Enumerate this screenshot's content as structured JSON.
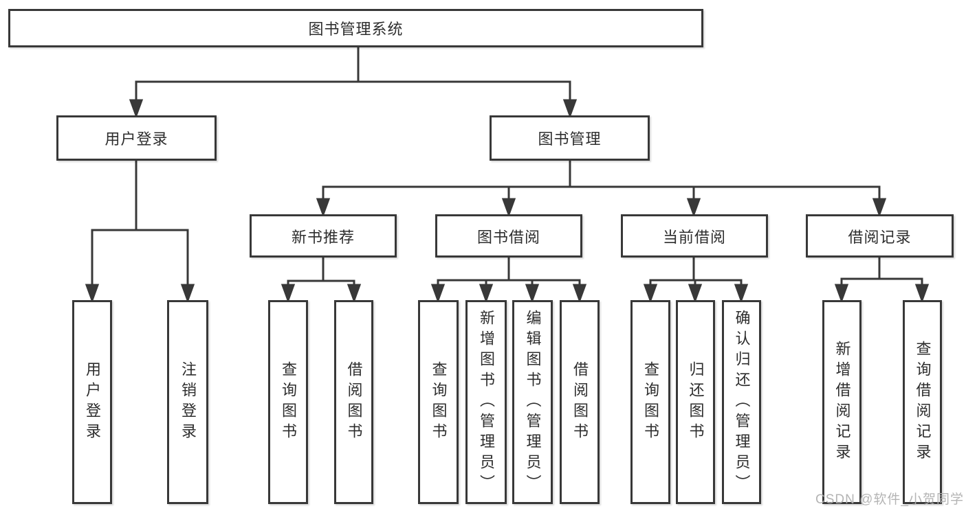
{
  "diagram": {
    "title": "图书管理系统",
    "branches": [
      {
        "label": "用户登录",
        "children": [
          {
            "label": "用户登录"
          },
          {
            "label": "注销登录"
          }
        ]
      },
      {
        "label": "图书管理",
        "children": [
          {
            "label": "新书推荐",
            "children": [
              {
                "label": "查询图书"
              },
              {
                "label": "借阅图书"
              }
            ]
          },
          {
            "label": "图书借阅",
            "children": [
              {
                "label": "查询图书"
              },
              {
                "label": "新增图书（管理员）"
              },
              {
                "label": "编辑图书（管理员）"
              },
              {
                "label": "借阅图书"
              }
            ]
          },
          {
            "label": "当前借阅",
            "children": [
              {
                "label": "查询图书"
              },
              {
                "label": "归还图书"
              },
              {
                "label": "确认归还（管理员）"
              }
            ]
          },
          {
            "label": "借阅记录",
            "children": [
              {
                "label": "新增借阅记录"
              },
              {
                "label": "查询借阅记录"
              }
            ]
          }
        ]
      }
    ]
  },
  "watermark": {
    "text": "CSDN @软件_小贺同学"
  },
  "colors": {
    "line": "#383838",
    "box_border": "#383838",
    "text": "#2d2d2d",
    "watermark": "#b0b0b0",
    "background": "#ffffff"
  }
}
